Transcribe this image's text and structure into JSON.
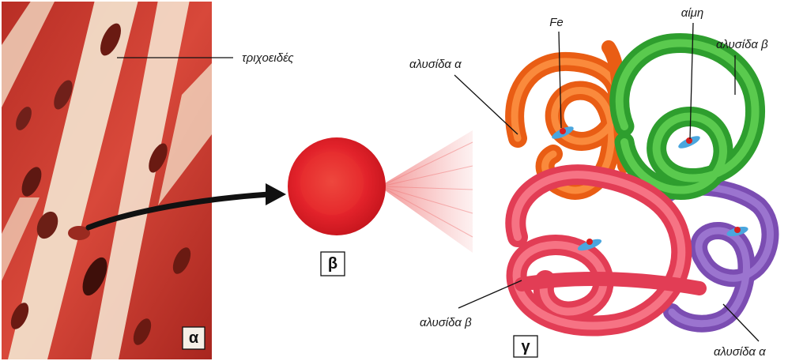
{
  "panels": {
    "a": {
      "letter": "α",
      "label_capillary": "τριχοειδές"
    },
    "b": {
      "letter": "β"
    },
    "c": {
      "letter": "γ",
      "labels": {
        "fe": "Fe",
        "heme": "αίμη",
        "alpha_top": "αλυσίδα α",
        "beta_top": "αλυσίδα β",
        "beta_bottom": "αλυσίδα β",
        "alpha_bottom": "αλυσίδα α"
      }
    }
  },
  "colors": {
    "tissue": "#c8372e",
    "red_cell": "#e0242a",
    "chain_orange": "#f06a1c",
    "chain_green": "#3cb43a",
    "chain_pink": "#ea5064",
    "chain_purple": "#8a5bc0",
    "heme_blue": "#4aa6de"
  }
}
